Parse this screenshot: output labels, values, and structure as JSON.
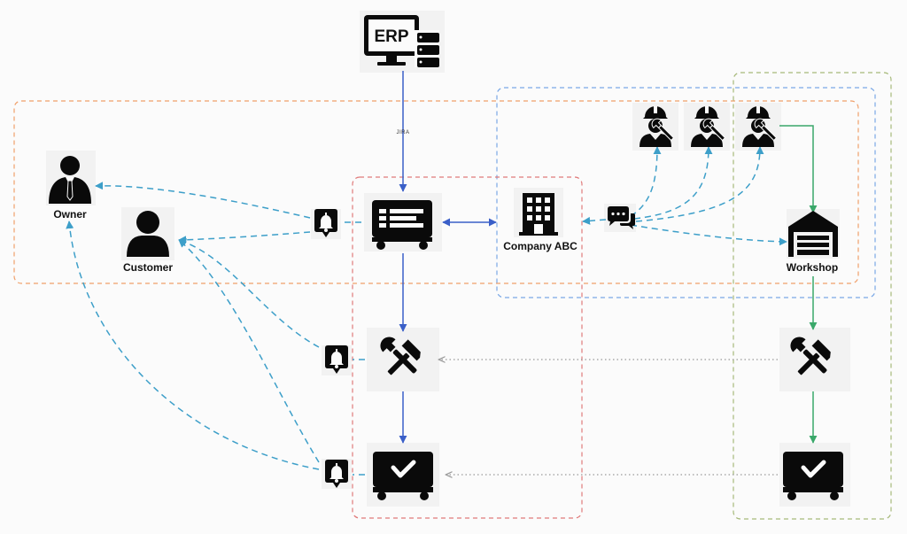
{
  "nodes": {
    "erp": {
      "label": "ERP"
    },
    "jira": {
      "label": "JIRA"
    },
    "owner": {
      "label": "Owner"
    },
    "customer": {
      "label": "Customer"
    },
    "company": {
      "label": "Company ABC"
    },
    "workshop": {
      "label": "Workshop"
    }
  },
  "colors": {
    "orange_group": "#f0a06a",
    "blue_group": "#7aa8e6",
    "red_group": "#e07a7a",
    "green_group": "#a6b97a",
    "solid_blue": "#3a5fc8",
    "dashed_teal": "#3d9fc9",
    "solid_green": "#3aa86a",
    "dotted_gray": "#999999",
    "icon": "#0a0a0a"
  },
  "icons": {
    "erp": "monitor-server-icon",
    "owner": "businessman-icon",
    "customer": "user-icon",
    "company": "office-building-icon",
    "workshop": "warehouse-icon",
    "chat": "chat-bubbles-icon",
    "notification": "notification-bell-icon",
    "worker": "worker-with-wrench-icon",
    "tools": "hammer-wrench-icon",
    "cart": "list-cart-icon",
    "check_cart": "check-cart-icon"
  }
}
